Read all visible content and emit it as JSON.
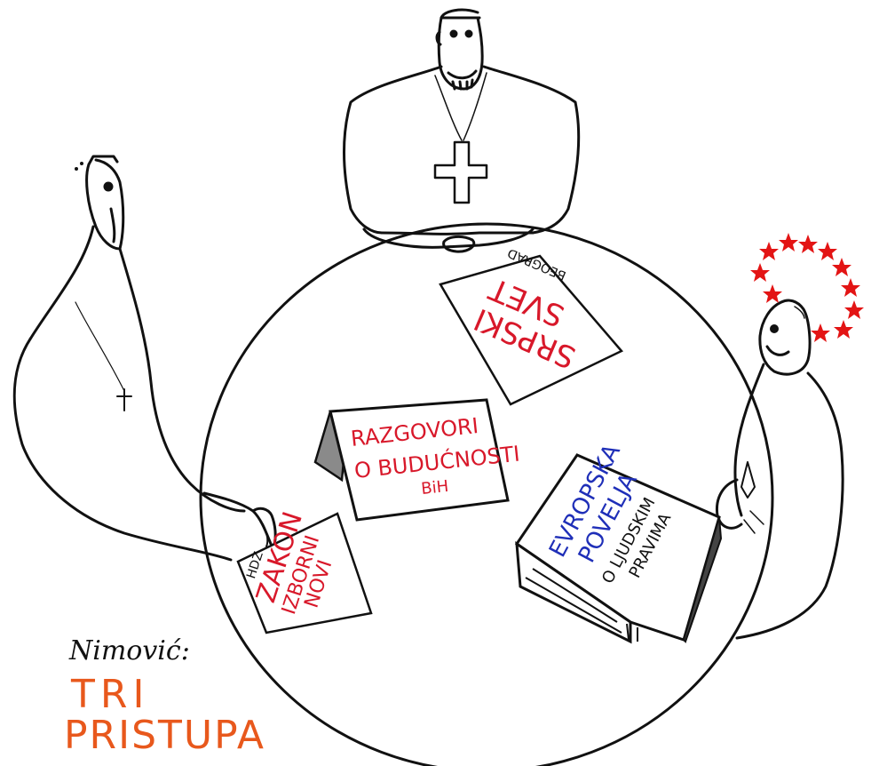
{
  "cartoon": {
    "title_lines": [
      "TRI",
      "PRISTUPA"
    ],
    "signature": "Nimović:",
    "table_sign": [
      "RAZGOVORI",
      "O BUDUĆNOSTI",
      "BiH"
    ],
    "left_paper": {
      "label": "HDZ",
      "lines": [
        "NOVI",
        "IZBORNI",
        "ZAKON"
      ]
    },
    "top_paper": {
      "lines": [
        "SRPSKI",
        "SVET"
      ],
      "city": "BEOGRAD"
    },
    "book": {
      "lines": [
        "EVROPSKA",
        "POVELJA"
      ],
      "subtitle_lines": [
        "O LJUDSKIM",
        "PRAVIMA"
      ]
    },
    "colors": {
      "ink": "#111111",
      "red_text": "#d8182a",
      "blue_text": "#1f2fb8",
      "orange_title": "#e8581c",
      "eu_star": "#e31414",
      "sign_shadow": "#8a8a8a"
    }
  }
}
